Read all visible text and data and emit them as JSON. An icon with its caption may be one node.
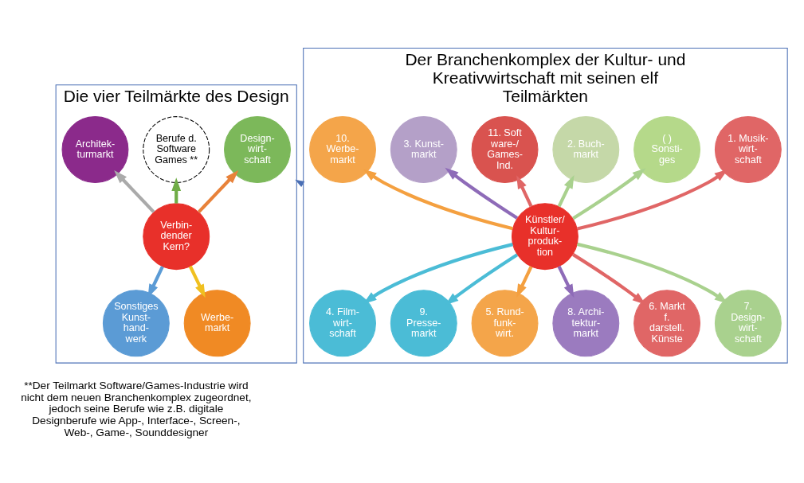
{
  "diagram": {
    "nodes": [
      {
        "text": [
          "Die vier Teilmärkte des Design"
        ]
      },
      {
        "text": [
          "Design- wirt- schaft"
        ],
        "in": 0
      },
      {
        "text": [
          "Berufe d. Software Games **"
        ],
        "in": 0
      },
      {
        "text": [
          "Architek- turmarkt"
        ],
        "in": 0
      },
      {
        "text": [
          "Verbin- dender Kern?"
        ],
        "in": 0
      },
      {
        "text": [
          "Sonstiges Kunst- hand- werk"
        ],
        "in": 0
      },
      {
        "text": [
          "Werbe- markt"
        ],
        "in": 0
      },
      {
        "text": [
          "Der Branchenkomplex der Kultur- und Kreativwirtschaft mit seinen elf Teilmärkten"
        ]
      },
      {
        "text": [
          "1. Musik- wirt- schaft"
        ],
        "in": 7
      },
      {
        "text": [
          "( ) Sonsti- ges"
        ],
        "in": 7
      },
      {
        "text": [
          "2. Buch- markt"
        ],
        "in": 7
      },
      {
        "text": [
          "11. Soft ware-/ Games- Ind."
        ],
        "in": 7
      },
      {
        "text": [
          "3. Kunst- markt"
        ],
        "in": 7
      },
      {
        "text": [
          "10. Werbe- markt"
        ],
        "in": 7
      },
      {
        "text": [
          "Künstler/ Kultur- produk- tion"
        ],
        "in": 7
      },
      {
        "text": [
          "4. Film- wirt- schaft"
        ],
        "in": 7
      },
      {
        "text": [
          "9. Presse- markt"
        ],
        "in": 7
      },
      {
        "text": [
          "5. Rund- funk- wirt."
        ],
        "in": 7
      },
      {
        "text": [
          "8. Archi- tektur- markt"
        ],
        "in": 7
      },
      {
        "text": [
          "6. Markt f. darstell. Künste"
        ],
        "in": 7
      },
      {
        "text": [
          "7. Design- wirt- schaft"
        ],
        "in": 7
      }
    ],
    "edges": [
      {
        "from": 4,
        "to": 1,
        "arrow": "to",
        "color": "#e8823a"
      },
      {
        "from": 4,
        "to": 3,
        "arrow": "to",
        "color": "#aaaaaa"
      },
      {
        "from": 4,
        "to": 6,
        "arrow": "to",
        "color": "#f0c020"
      },
      {
        "from": 4,
        "to": 5,
        "arrow": "to",
        "color": "#5b9bd5"
      },
      {
        "from": 4,
        "to": 2,
        "arrow": "to",
        "color": "#70ad47"
      },
      {
        "from": 14,
        "to": 8,
        "arrow": "to",
        "color": "#e06666"
      },
      {
        "from": 14,
        "to": 10,
        "arrow": "to",
        "color": "#a9d18e"
      },
      {
        "from": 14,
        "to": 12,
        "arrow": "to",
        "color": "#8e6bb8"
      },
      {
        "from": 14,
        "to": 15,
        "arrow": "to",
        "color": "#4bbcd6"
      },
      {
        "from": 14,
        "to": 17,
        "arrow": "to",
        "color": "#f4a040"
      },
      {
        "from": 14,
        "to": 19,
        "arrow": "to",
        "color": "#e06666"
      },
      {
        "from": 14,
        "to": 20,
        "arrow": "to",
        "color": "#a9d18e"
      },
      {
        "from": 14,
        "to": 18,
        "arrow": "to",
        "color": "#8e6bb8"
      },
      {
        "from": 14,
        "to": 16,
        "arrow": "to",
        "color": "#4bbcd6"
      },
      {
        "from": 14,
        "to": 13,
        "arrow": "to",
        "color": "#f4a040"
      },
      {
        "from": 14,
        "to": 11,
        "arrow": "to",
        "color": "#e06666"
      },
      {
        "from": 14,
        "to": 9,
        "arrow": "to",
        "color": "#a9d18e"
      },
      {
        "from": 7,
        "to": 0,
        "arrow": "to",
        "color": "#4a6fb5"
      }
    ],
    "labels": [
      "**Der Teilmarkt Software/Games-Industrie wird nicht dem neuen Branchenkomplex zugeordnet, jedoch seine Berufe wie z.B. digitale Designberufe wie App-, Interface-, Screen-, Web-, Game-, Sounddesigner"
    ]
  }
}
